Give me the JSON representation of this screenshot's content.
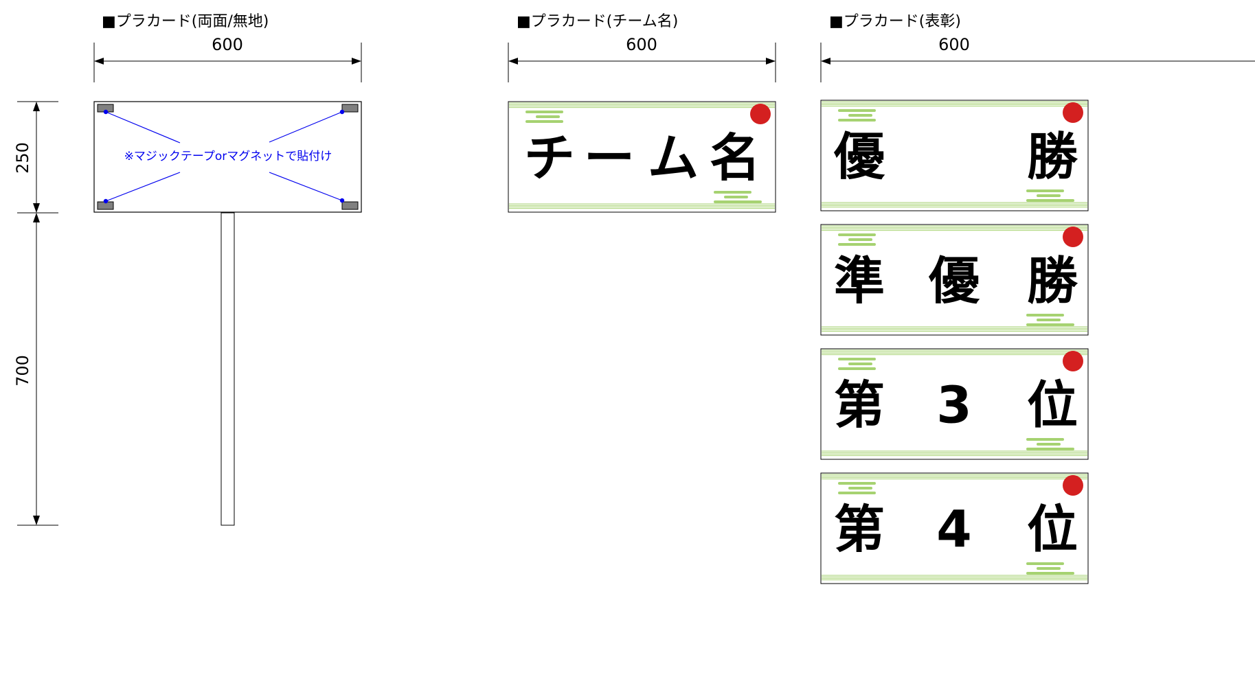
{
  "panels": {
    "blank": {
      "title": "■プラカード(両面/無地)",
      "width_label": "600",
      "height_label": "250",
      "pole_label": "700",
      "note": "※マジックテープorマグネットで貼付け"
    },
    "team": {
      "title": "■プラカード(チーム名)",
      "width_label": "600",
      "chars": [
        "チ",
        "ー",
        "ム",
        "名"
      ]
    },
    "award": {
      "title": "■プラカード(表彰)",
      "width_label": "600",
      "cards": [
        {
          "chars": [
            "優",
            "勝"
          ]
        },
        {
          "chars": [
            "準",
            "優",
            "勝"
          ]
        },
        {
          "chars": [
            "第",
            "3",
            "位"
          ]
        },
        {
          "chars": [
            "第",
            "4",
            "位"
          ]
        }
      ]
    }
  },
  "colors": {
    "line": "#000000",
    "note": "#0000ee",
    "pad": "#808080",
    "accent_dot": "#d42020",
    "stripe": "#a6d271"
  }
}
